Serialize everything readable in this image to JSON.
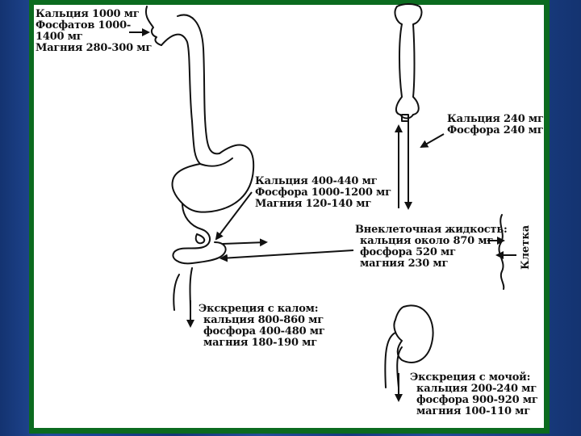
{
  "intake": {
    "lines": [
      "Кальция 1000 мг",
      "Фосфатов 1000-",
      "1400 мг",
      "Магния 280-300 мг"
    ]
  },
  "bone": {
    "lines": [
      "Кальция 240 мг",
      "Фосфора 240 мг"
    ]
  },
  "intestine_absorption": {
    "lines": [
      "Кальция 400-440 мг",
      "Фосфора 1000-1200 мг",
      "Магния 120-140 мг"
    ]
  },
  "extracellular": {
    "lines": [
      "Внеклеточная жидкость:",
      "кальция около 870 мг",
      "фосфора 520 мг",
      "магния 230 мг"
    ]
  },
  "cell": {
    "label": "Клетка"
  },
  "fecal": {
    "lines": [
      "Экскреция с калом:",
      "кальция 800-860 мг",
      "фосфора 400-480 мг",
      "магния 180-190 мг"
    ]
  },
  "urine": {
    "lines": [
      "Экскреция с мочой:",
      "кальция 200-240 мг",
      "фосфора 900-920 мг",
      "магния 100-110 мг"
    ]
  }
}
